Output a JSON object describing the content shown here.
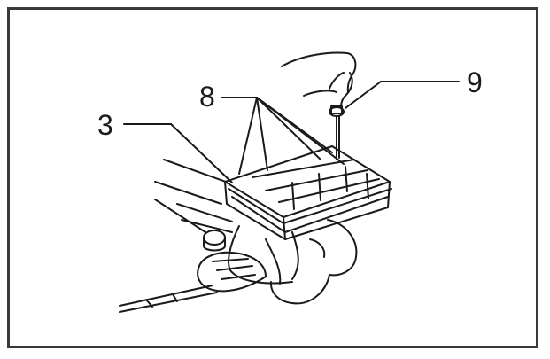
{
  "callouts": {
    "part_3": "3",
    "part_8": "8",
    "part_9": "9"
  },
  "colors": {
    "ink": "#1a1a1a",
    "border": "#3a3a3a",
    "background": "#ffffff"
  }
}
